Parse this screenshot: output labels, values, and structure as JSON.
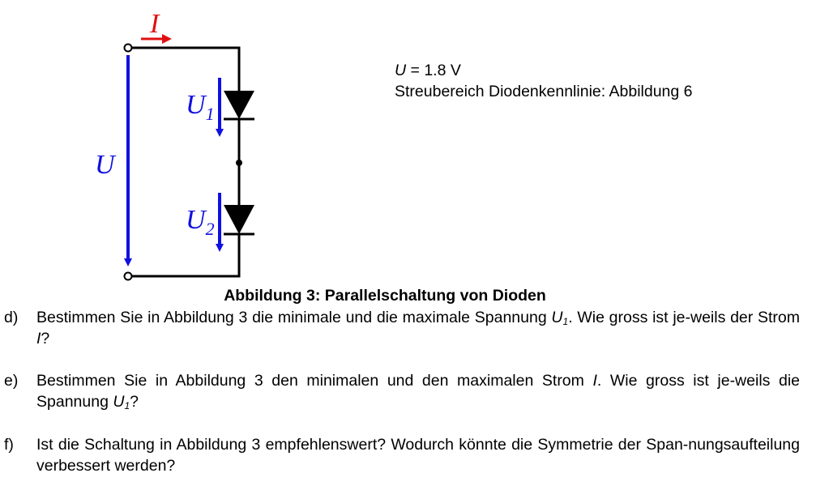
{
  "circuit": {
    "current_label": "I",
    "total_voltage_label": "U",
    "diode1_voltage_label": "U",
    "diode1_voltage_sub": "1",
    "diode2_voltage_label": "U",
    "diode2_voltage_sub": "2",
    "colors": {
      "voltage_arrows": "#1010e0",
      "current_arrow": "#e01010",
      "wires": "#000000"
    }
  },
  "given": {
    "voltage_symbol": "U",
    "voltage_value": " = 1.8 V",
    "characteristic_note": "Streubereich Diodenkennlinie: Abbildung 6"
  },
  "caption": "Abbildung 3: Parallelschaltung von Dioden",
  "tasks": [
    {
      "label": "d)",
      "t1": "Bestimmen Sie in Abbildung 3 die minimale und die maximale Spannung ",
      "v1": "U",
      "s1": "1",
      "t2": ". Wie gross ist je-weils der Strom ",
      "v2": "I",
      "t3": "?"
    },
    {
      "label": "e)",
      "t1": "Bestimmen Sie in Abbildung 3 den minimalen und den maximalen Strom ",
      "v1": "I",
      "t2": ". Wie gross ist je-weils die Spannung ",
      "v2": "U",
      "s2": "1",
      "t3": "?"
    },
    {
      "label": "f)",
      "t1": "Ist die Schaltung in Abbildung 3 empfehlenswert? Wodurch könnte die Symmetrie der Span-nungsaufteilung verbessert werden?"
    }
  ]
}
